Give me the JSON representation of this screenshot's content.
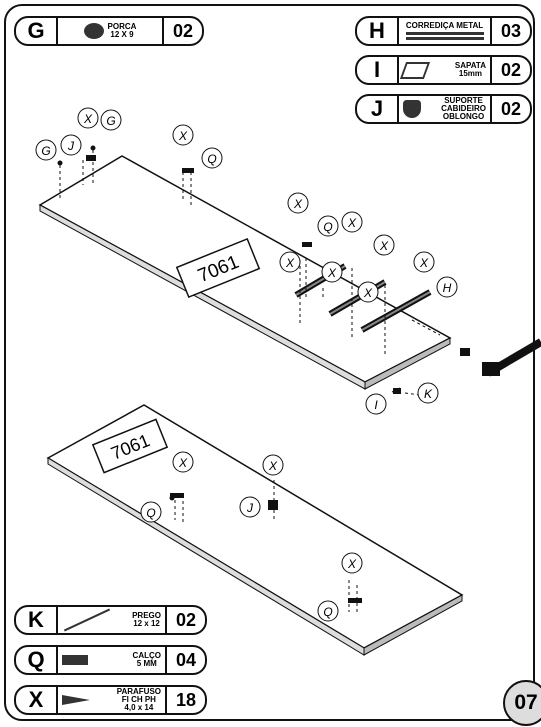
{
  "parts": {
    "G": {
      "letter": "G",
      "name_lines": [
        "PORCA",
        "12 X 9"
      ],
      "qty": "02"
    },
    "H": {
      "letter": "H",
      "name_lines": [
        "CORREDIÇA METAL"
      ],
      "qty": "03"
    },
    "I": {
      "letter": "I",
      "name_lines": [
        "SAPATA",
        "15mm"
      ],
      "qty": "02"
    },
    "J": {
      "letter": "J",
      "name_lines": [
        "SUPORTE",
        "CABIDEIRO",
        "OBLONGO"
      ],
      "qty": "02"
    },
    "K": {
      "letter": "K",
      "name_lines": [
        "PREGO",
        "12 x 12"
      ],
      "qty": "02"
    },
    "Q": {
      "letter": "Q",
      "name_lines": [
        "CALÇO",
        "5 MM"
      ],
      "qty": "04"
    },
    "X": {
      "letter": "X",
      "name_lines": [
        "PARAFUSO",
        "FI CH PH",
        "4,0 x 14"
      ],
      "qty": "18"
    }
  },
  "panel_label": "7061",
  "page_number": "07",
  "callouts": {
    "x": "X",
    "q": "Q",
    "g": "G",
    "j": "J",
    "h": "H",
    "i": "I",
    "k": "K"
  }
}
